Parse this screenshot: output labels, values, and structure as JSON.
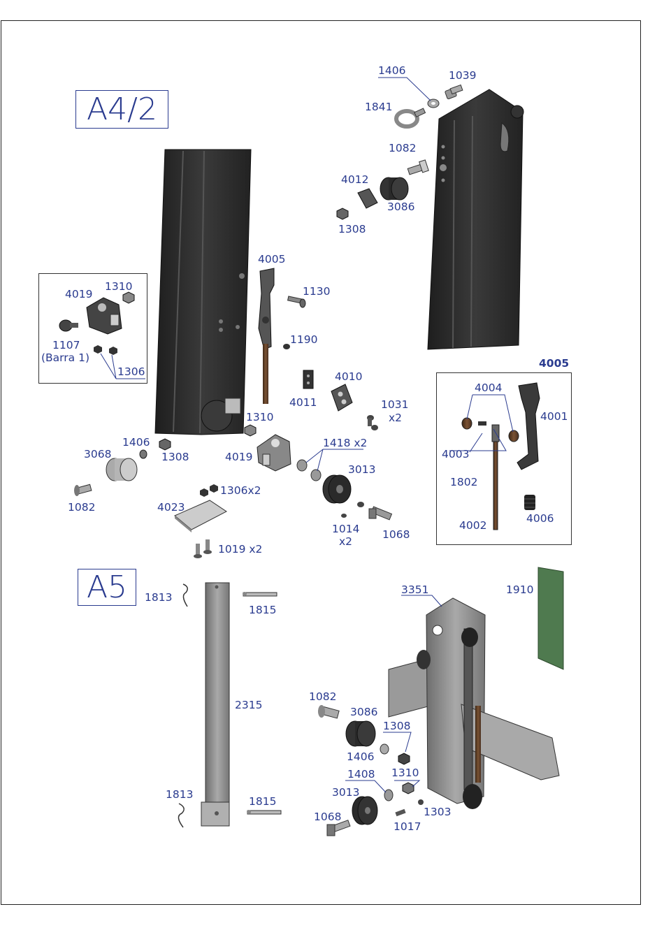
{
  "sections": {
    "a42_title": "A4/2",
    "a5_title": "A5",
    "detail_4005_title": "4005"
  },
  "labels": {
    "l1406_top": "1406",
    "l1039": "1039",
    "l1841": "1841",
    "l1082_top": "1082",
    "l4012": "4012",
    "l3086_top": "3086",
    "l1308_top": "1308",
    "l4005": "4005",
    "l1130": "1130",
    "l1190": "1190",
    "l4019_box": "4019",
    "l1310_box": "1310",
    "l1107": "1107",
    "l_barra1": "(Barra 1)",
    "l1306_box": "1306",
    "l4011": "4011",
    "l4010": "4010",
    "l1031": "1031",
    "l1031_x2": "x2",
    "l1310_mid": "1310",
    "l1418": "1418 x2",
    "l4019_mid": "4019",
    "l3013_mid": "3013",
    "l1406_mid": "1406",
    "l3068": "3068",
    "l1308_mid": "1308",
    "l1082_mid": "1082",
    "l1306x2": "1306x2",
    "l4023": "4023",
    "l1014": "1014",
    "l1014_x2": "x2",
    "l1068_mid": "1068",
    "l1019": "1019 x2",
    "l4004": "4004",
    "l4001": "4001",
    "l4003": "4003",
    "l1802": "1802",
    "l4002": "4002",
    "l4006": "4006",
    "l1813_top": "1813",
    "l1815_top": "1815",
    "l2315": "2315",
    "l1813_bot": "1813",
    "l1815_bot": "1815",
    "l3351": "3351",
    "l1910": "1910",
    "l1082_bot": "1082",
    "l3086_bot": "3086",
    "l1308_bot": "1308",
    "l1406_bot": "1406",
    "l1408": "1408",
    "l1310_bot": "1310",
    "l3013_bot": "3013",
    "l1303": "1303",
    "l1068_bot": "1068",
    "l1017": "1017"
  },
  "colors": {
    "label": "#2a3b8f",
    "part_dark": "#2b2b2b",
    "part_grey": "#8a8a8a",
    "bronze": "#5a3a22",
    "panel_green": "#4f7a4f"
  }
}
